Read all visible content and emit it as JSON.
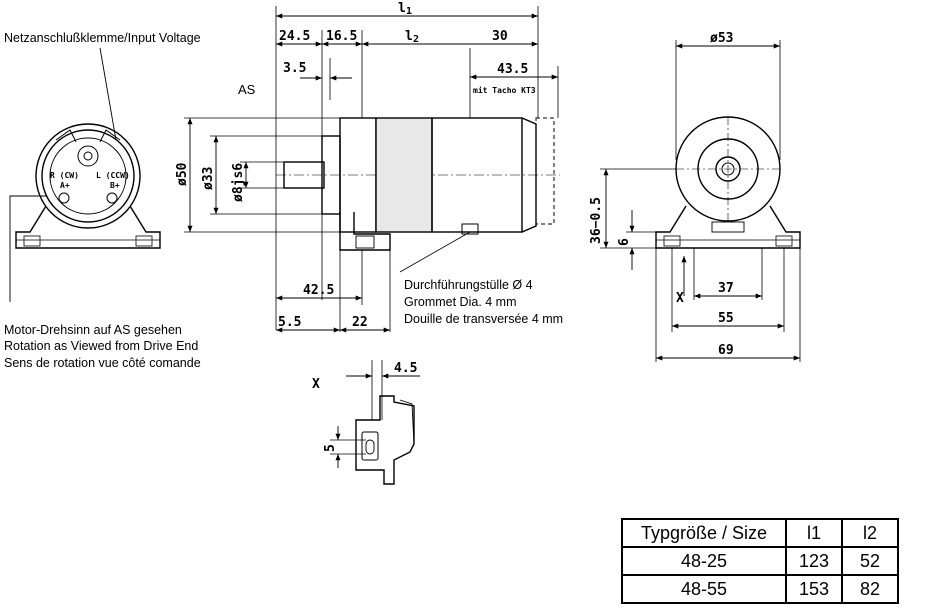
{
  "notes": {
    "input_voltage": "Netzanschlußklemme/Input Voltage",
    "as_label": "AS",
    "rotation_de": "Motor-Drehsinn auf AS gesehen",
    "rotation_en": "Rotation as Viewed from Drive End",
    "rotation_fr": "Sens de rotation vue côté comande",
    "grommet_de": "Durchführungstülle Ø 4",
    "grommet_en": "Grommet Dia. 4 mm",
    "grommet_fr": "Douille de transversée 4 mm",
    "tacho": "mit Tacho KT3"
  },
  "terminals": {
    "left_dir": "R (CW)",
    "left_pol": "A+",
    "right_dir": "L (CCW)",
    "right_pol": "B+"
  },
  "dimensions": {
    "l1": "l",
    "l1_sub": "1",
    "l2": "l",
    "l2_sub": "2",
    "d24_5": "24.5",
    "d16_5": "16.5",
    "d30": "30",
    "d43_5": "43.5",
    "d3_5": "3.5",
    "d50": "ø50",
    "d33": "ø33",
    "d8": "ø8js6",
    "d42_5": "42.5",
    "d5_5": "5.5",
    "d22": "22",
    "d53": "ø53",
    "d36": "36−0.5",
    "d6": "6",
    "d37": "37",
    "d55": "55",
    "d69": "69",
    "x_label": "X",
    "d4_5": "4.5",
    "d5": "5"
  },
  "table": {
    "headers": [
      "Typgröße / Size",
      "l1",
      "l2"
    ],
    "rows": [
      [
        "48-25",
        "123",
        "52"
      ],
      [
        "48-55",
        "153",
        "82"
      ]
    ]
  }
}
